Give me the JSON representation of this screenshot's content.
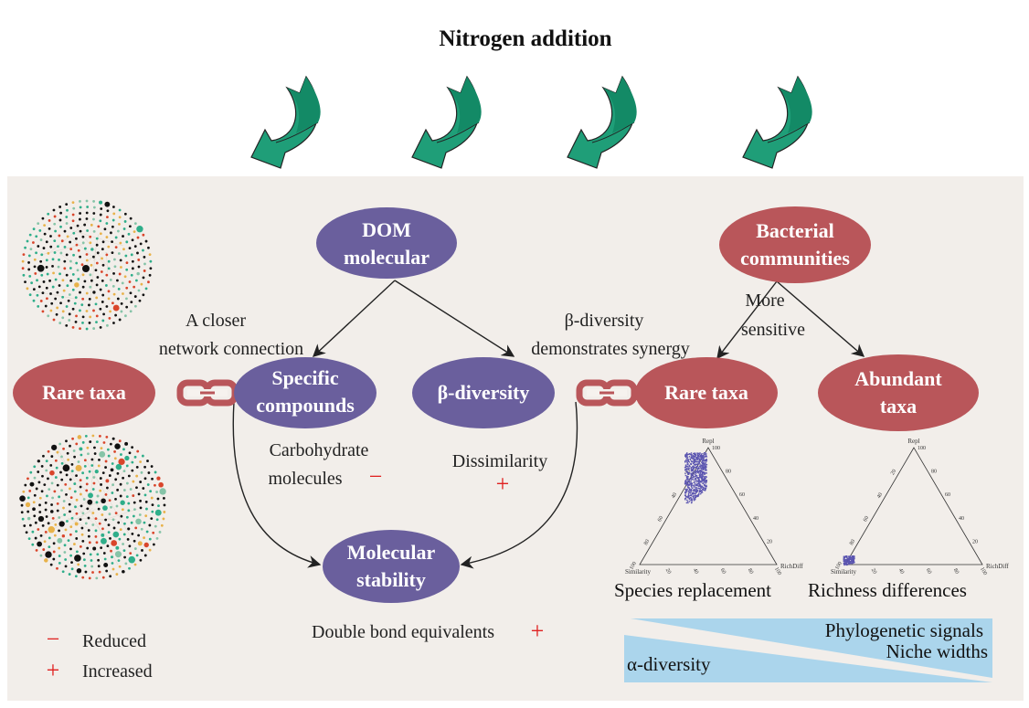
{
  "title": "Nitrogen addition",
  "colors": {
    "rare": "#b9565a",
    "dom": "#6a5f9d",
    "arrow": "#1f9e78",
    "panel": "#f2eeea",
    "gradient": "#abd5ec",
    "sign": "#e02020"
  },
  "nodes": {
    "dom": [
      "DOM",
      "molecular"
    ],
    "bacterial": [
      "Bacterial",
      "communities"
    ],
    "rare_left": "Rare taxa",
    "specific": [
      "Specific",
      "compounds"
    ],
    "beta": "β-diversity",
    "rare_right": "Rare taxa",
    "abundant": [
      "Abundant",
      "taxa"
    ],
    "stability": [
      "Molecular",
      "stability"
    ]
  },
  "annotations": {
    "closer": [
      "A closer",
      "network connection"
    ],
    "synergy": [
      "β-diversity",
      "demonstrates synergy"
    ],
    "sensitive": [
      "More",
      "sensitive"
    ],
    "carbohydrate": [
      "Carbohydrate",
      "molecules"
    ],
    "carbohydrate_sign": "−",
    "dissimilarity": "Dissimilarity",
    "dissimilarity_sign": "+",
    "dbe": "Double bond equivalents",
    "dbe_sign": "+"
  },
  "legend": [
    {
      "sign": "−",
      "label": "Reduced"
    },
    {
      "sign": "+",
      "label": "Increased"
    }
  ],
  "ternary": {
    "apex": "Repl",
    "left": "Similarity",
    "right": "RichDiff",
    "left_ticks": [
      "20",
      "40",
      "60",
      "80",
      "100"
    ],
    "right_ticks": [
      "100",
      "80",
      "60",
      "40",
      "20"
    ],
    "bottom_ticks": [
      "20",
      "40",
      "60",
      "80",
      "100"
    ],
    "captions": [
      "Species replacement",
      "Richness differences"
    ]
  },
  "gradient": {
    "top_labels": [
      "Phylogenetic signals",
      "Niche widths"
    ],
    "bottom_label": "α-diversity"
  }
}
